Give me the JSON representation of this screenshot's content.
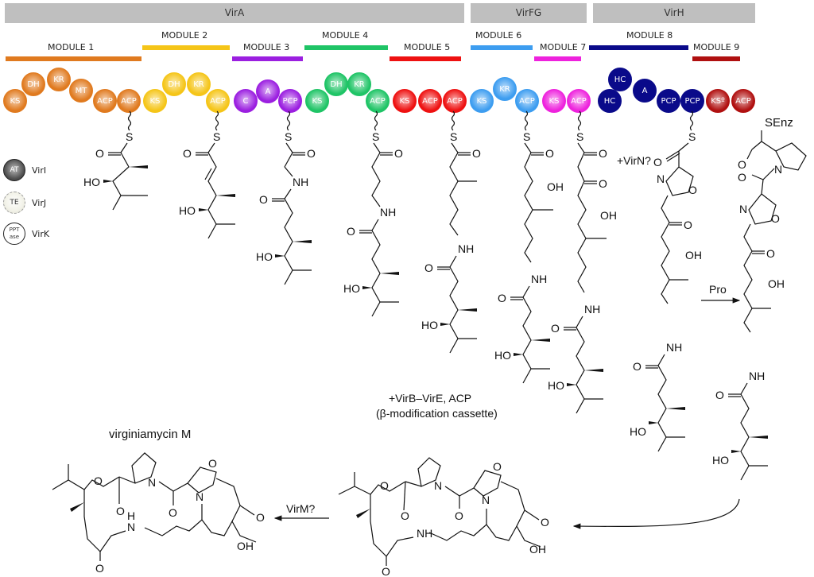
{
  "proteins": [
    {
      "name": "VirA"
    },
    {
      "name": "VirFG"
    },
    {
      "name": "VirH"
    }
  ],
  "modules": [
    {
      "label": "MODULE 1",
      "color": "#e07a1f"
    },
    {
      "label": "MODULE 2",
      "color": "#f5c518"
    },
    {
      "label": "MODULE 3",
      "color": "#9b1fe0"
    },
    {
      "label": "MODULE 4",
      "color": "#1fc466"
    },
    {
      "label": "MODULE 5",
      "color": "#ee1111"
    },
    {
      "label": "MODULE 6",
      "color": "#3d9df0"
    },
    {
      "label": "MODULE 7",
      "color": "#ee22dd"
    },
    {
      "label": "MODULE 8",
      "color": "#0a0a8a"
    },
    {
      "label": "MODULE 9",
      "color": "#b01010"
    }
  ],
  "domains": [
    {
      "label": "KS",
      "module": 0
    },
    {
      "label": "DH",
      "module": 0
    },
    {
      "label": "KR",
      "module": 0
    },
    {
      "label": "MT",
      "module": 0
    },
    {
      "label": "ACP",
      "module": 0
    },
    {
      "label": "ACP",
      "module": 0
    },
    {
      "label": "KS",
      "module": 1
    },
    {
      "label": "DH",
      "module": 1
    },
    {
      "label": "KR",
      "module": 1
    },
    {
      "label": "ACP",
      "module": 1
    },
    {
      "label": "C",
      "module": 2
    },
    {
      "label": "A",
      "module": 2
    },
    {
      "label": "PCP",
      "module": 2
    },
    {
      "label": "KS",
      "module": 3
    },
    {
      "label": "DH",
      "module": 3
    },
    {
      "label": "KR",
      "module": 3
    },
    {
      "label": "ACP",
      "module": 3
    },
    {
      "label": "KS",
      "module": 4
    },
    {
      "label": "ACP",
      "module": 4
    },
    {
      "label": "ACP",
      "module": 4
    },
    {
      "label": "KS",
      "module": 5
    },
    {
      "label": "KR",
      "module": 5
    },
    {
      "label": "ACP",
      "module": 5
    },
    {
      "label": "KS",
      "module": 6
    },
    {
      "label": "ACP",
      "module": 6
    },
    {
      "label": "HC",
      "module": 7
    },
    {
      "label": "HC",
      "module": 7
    },
    {
      "label": "A",
      "module": 7
    },
    {
      "label": "PCP",
      "module": 7
    },
    {
      "label": "PCP",
      "module": 7
    },
    {
      "label": "KSº",
      "module": 8
    },
    {
      "label": "ACP",
      "module": 8
    }
  ],
  "legend": [
    {
      "domain": "AT",
      "protein": "VirI"
    },
    {
      "domain": "TE",
      "protein": "VirJ"
    },
    {
      "domain": "PPT ase",
      "protein": "VirK"
    }
  ],
  "annotations": {
    "virN": "+VirN?",
    "pro": "Pro",
    "senz": "SEnz",
    "cassette_line1": "+VirB–VirE, ACP",
    "cassette_line2": "(β-modification cassette)",
    "product_title": "virginiamycin M",
    "virM": "VirM?"
  },
  "atoms": {
    "S": "S",
    "O": "O",
    "HO": "HO",
    "OH": "OH",
    "NH": "NH",
    "N": "N",
    "H": "H"
  }
}
